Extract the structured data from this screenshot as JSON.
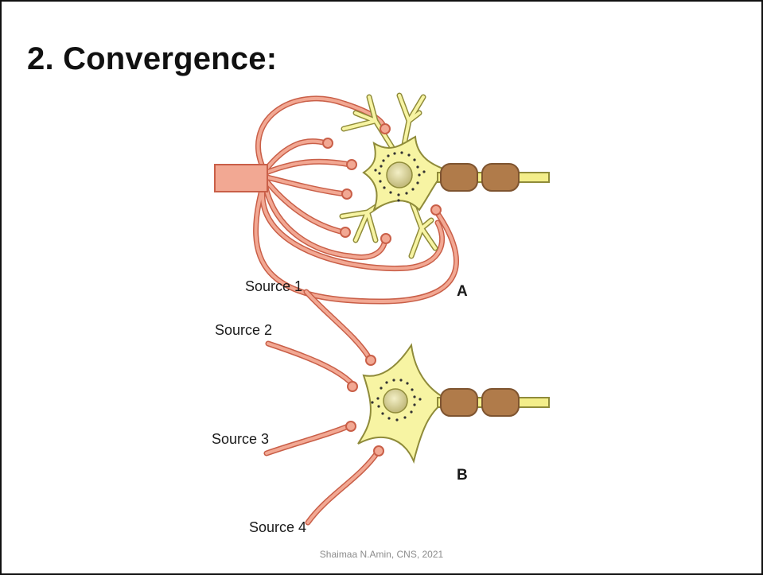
{
  "slide": {
    "title": "2. Convergence:",
    "footer": "Shaimaa N.Amin, CNS, 2021"
  },
  "diagram": {
    "panel_a_label": "A",
    "panel_b_label": "B",
    "sources": [
      "Source 1",
      "Source 2",
      "Source 3",
      "Source 4"
    ],
    "colors": {
      "presynaptic": "#e07a62",
      "presynaptic_fill": "#f2a893",
      "neuron_body": "#f7f4a3",
      "neuron_outline": "#8f8b3a",
      "nucleus": "#dcd59a",
      "myelin": "#b07b4a",
      "axon": "#f3ee8a"
    }
  }
}
